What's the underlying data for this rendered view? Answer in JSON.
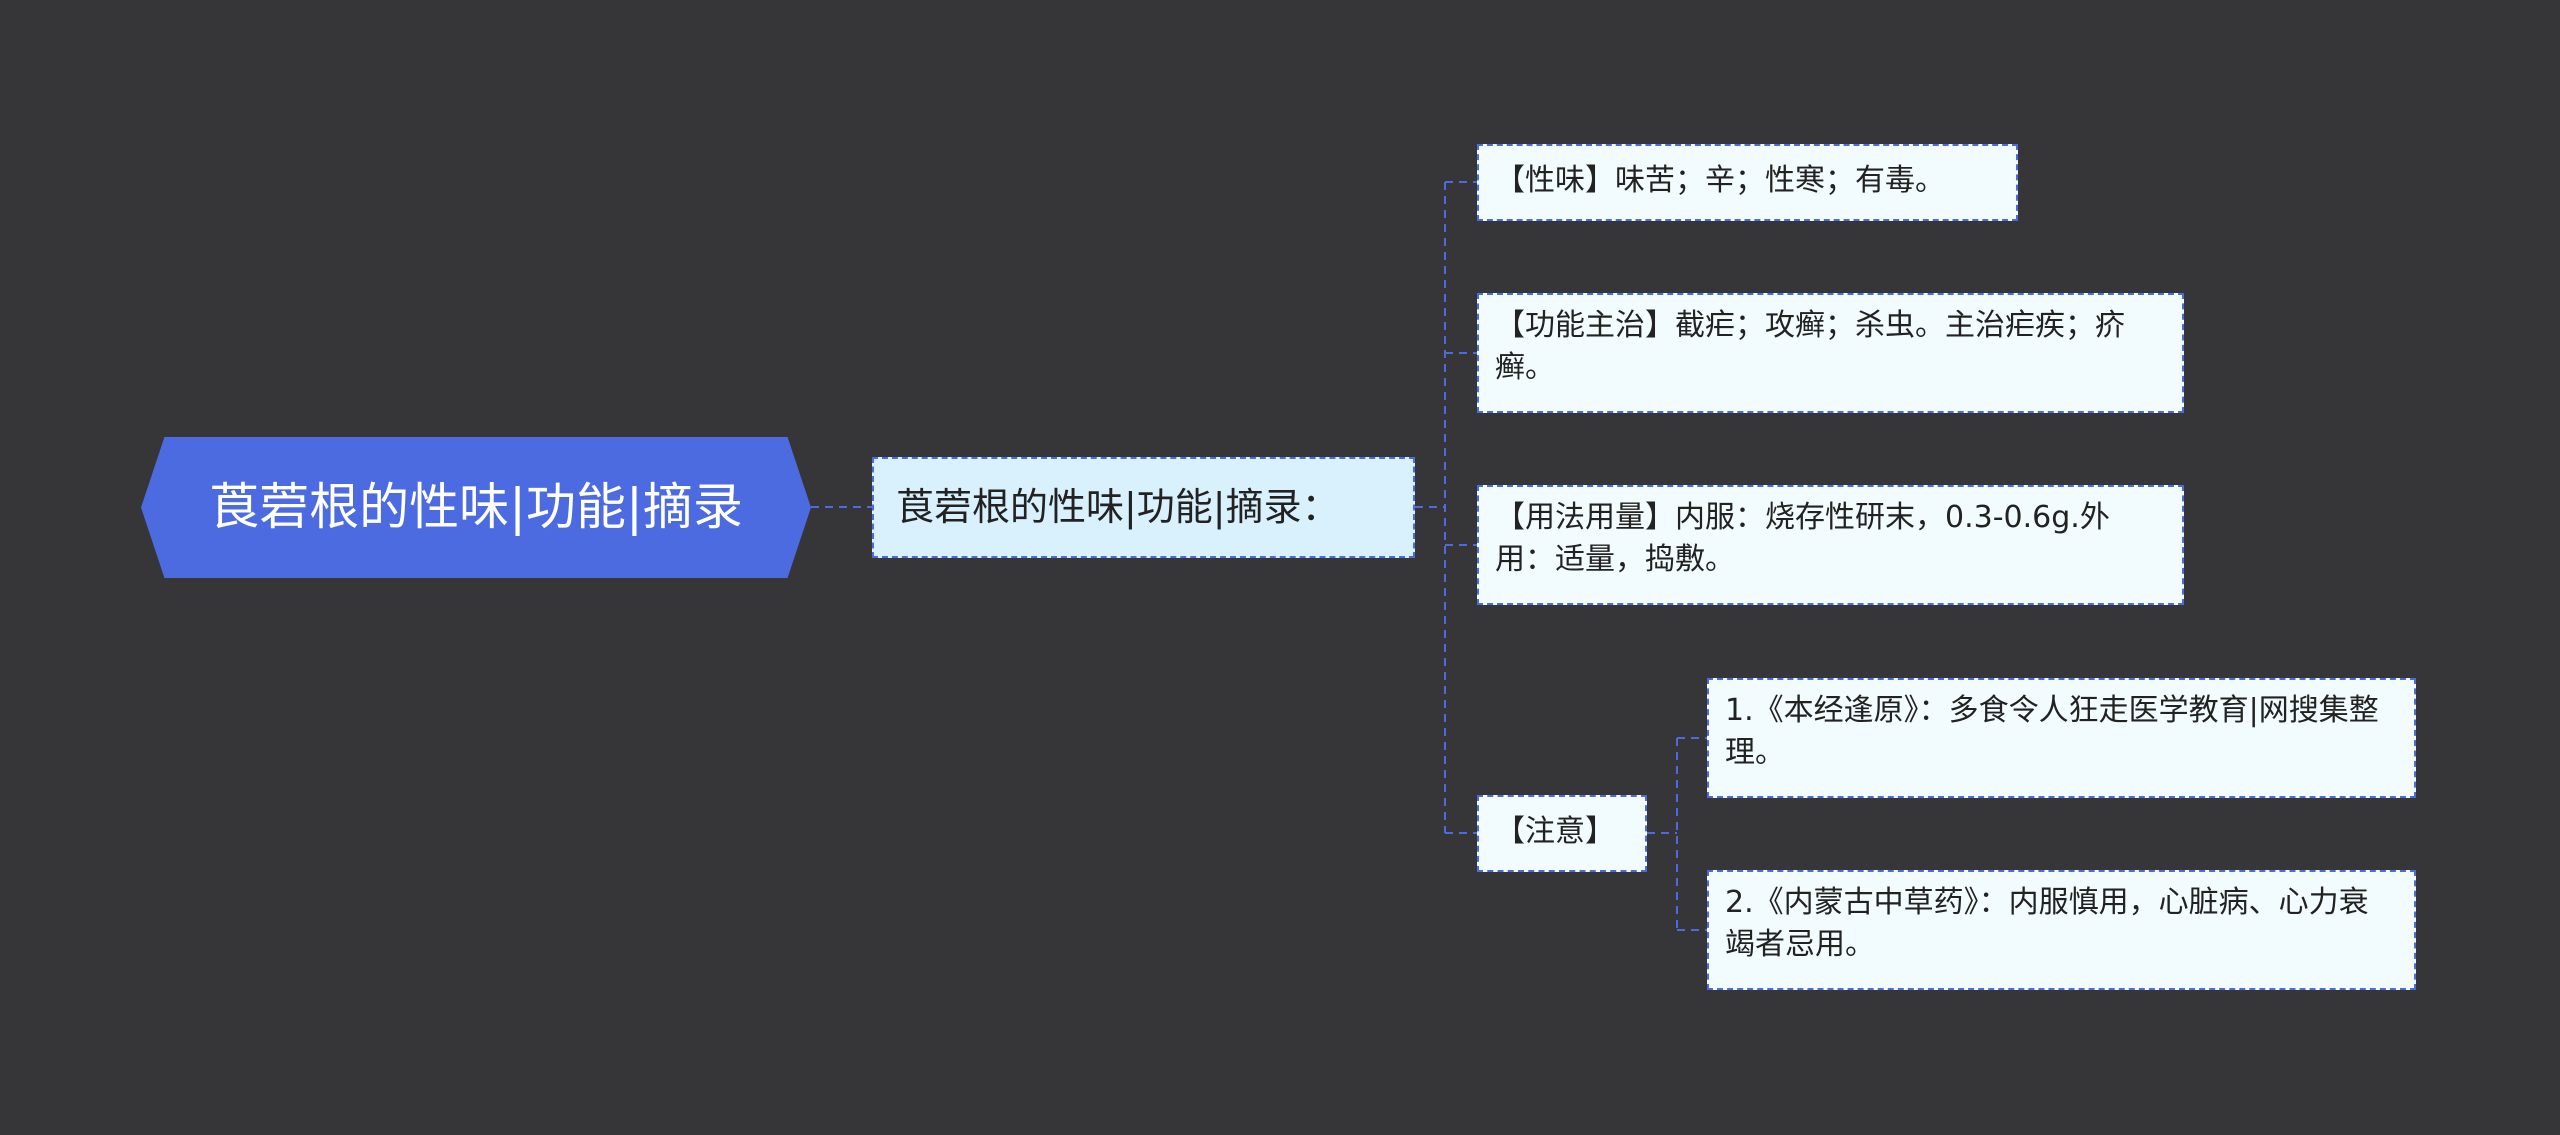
{
  "mindmap": {
    "root": {
      "label": "莨菪根的性味|功能|摘录"
    },
    "hub": {
      "label": "莨菪根的性味|功能|摘录："
    },
    "nodes": {
      "xingwei": "【性味】味苦；辛；性寒；有毒。",
      "gongneng": "【功能主治】截疟；攻癣；杀虫。主治疟疾；疥癣。",
      "yongfa": "【用法用量】内服：烧存性研末，0.3-0.6g.外用：适量，捣敷。",
      "zhuyi": "【注意】",
      "note1": "1.《本经逢原》：多食令人狂走医学教育|网搜集整理。",
      "note2": "2.《内蒙古中草药》：内服慎用，心脏病、心力衰竭者忌用。"
    }
  },
  "colors": {
    "background": "#363537",
    "root_fill": "#4d6be0",
    "hub_fill": "#d9f0fd",
    "leaf_fill": "#f2fbfe",
    "connector": "#4d6be0"
  }
}
